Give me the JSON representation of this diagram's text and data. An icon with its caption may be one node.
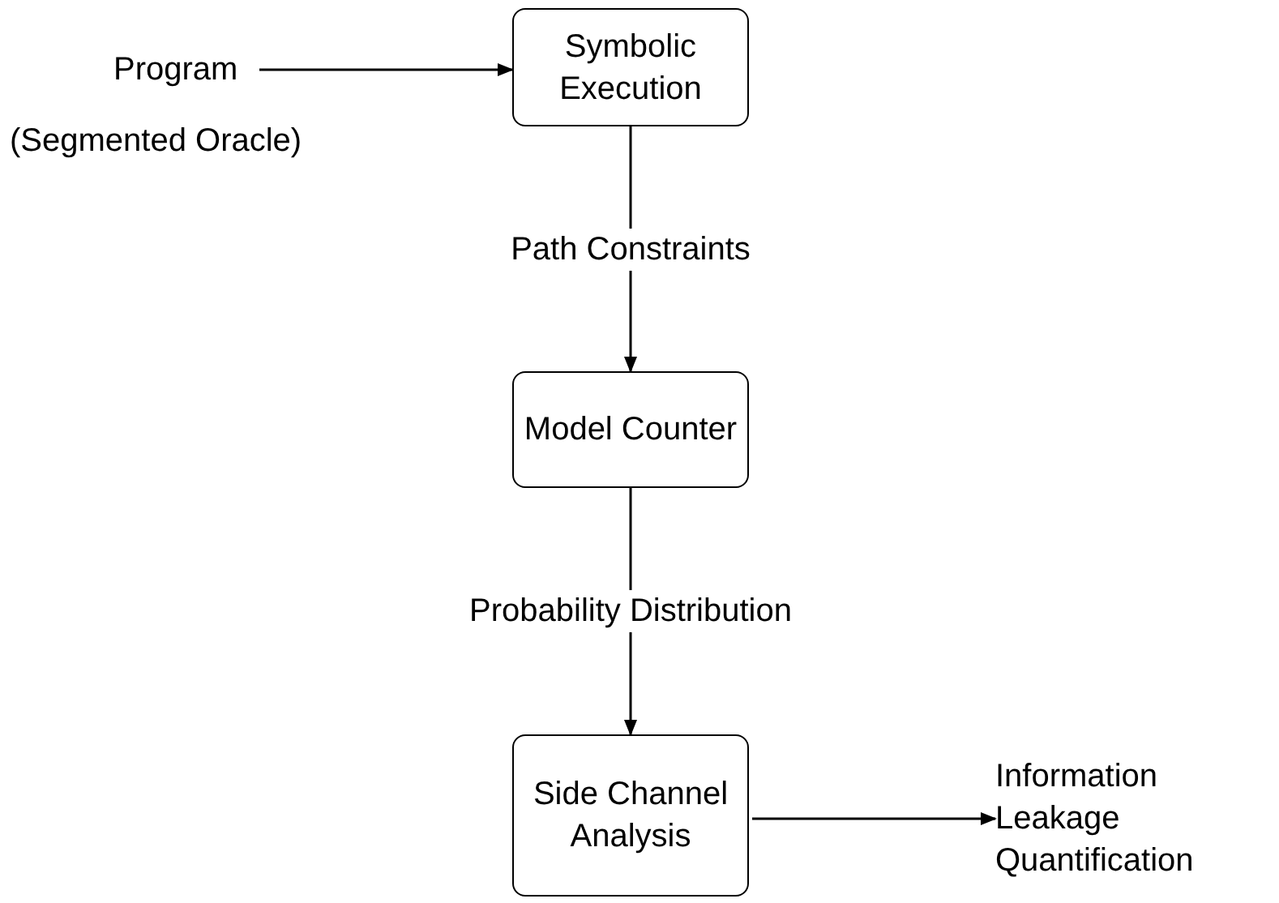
{
  "diagram": {
    "nodes": [
      {
        "text": [
          "Program"
        ],
        "beside": [
          "(Segmented Oracle)"
        ]
      },
      {
        "text": [
          "Symbolic Execution"
        ]
      },
      {
        "text": [
          "Model Counter"
        ]
      },
      {
        "text": [
          "Side Channel Analysis"
        ]
      },
      {
        "text": [
          "Information Leakage Quantification"
        ]
      }
    ],
    "edges": [
      {
        "from": 0,
        "to": 1,
        "arrow": "to"
      },
      {
        "from": 1,
        "to": 2,
        "arrow": "to",
        "label": "Path Constraints"
      },
      {
        "from": 2,
        "to": 3,
        "arrow": "to",
        "label": "Probability Distribution"
      },
      {
        "from": 3,
        "to": 4,
        "arrow": "to"
      }
    ]
  }
}
